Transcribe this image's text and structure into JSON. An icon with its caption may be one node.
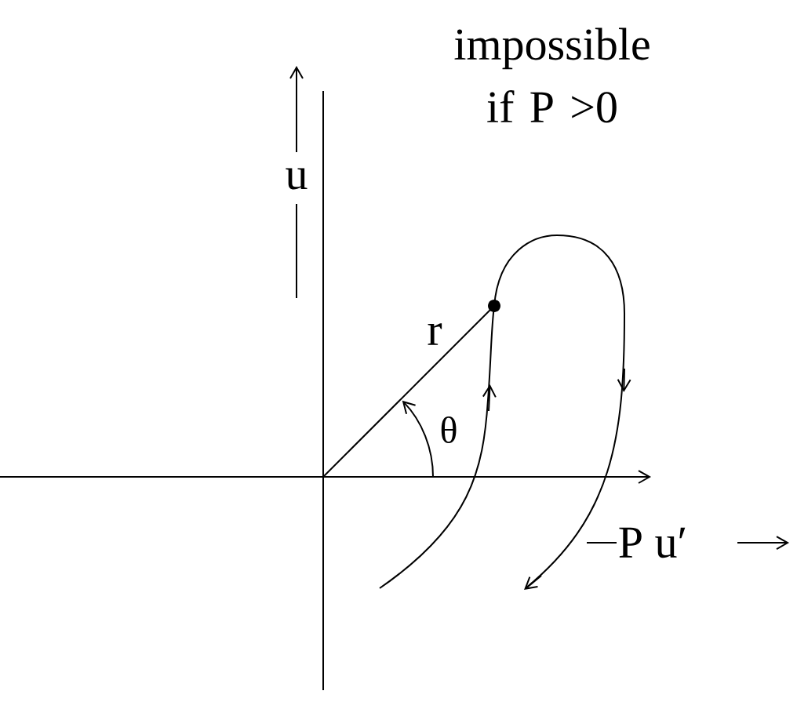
{
  "diagram": {
    "labels": [
      "impossible if P >0",
      "u",
      "r",
      "θ",
      "P u′"
    ]
  }
}
